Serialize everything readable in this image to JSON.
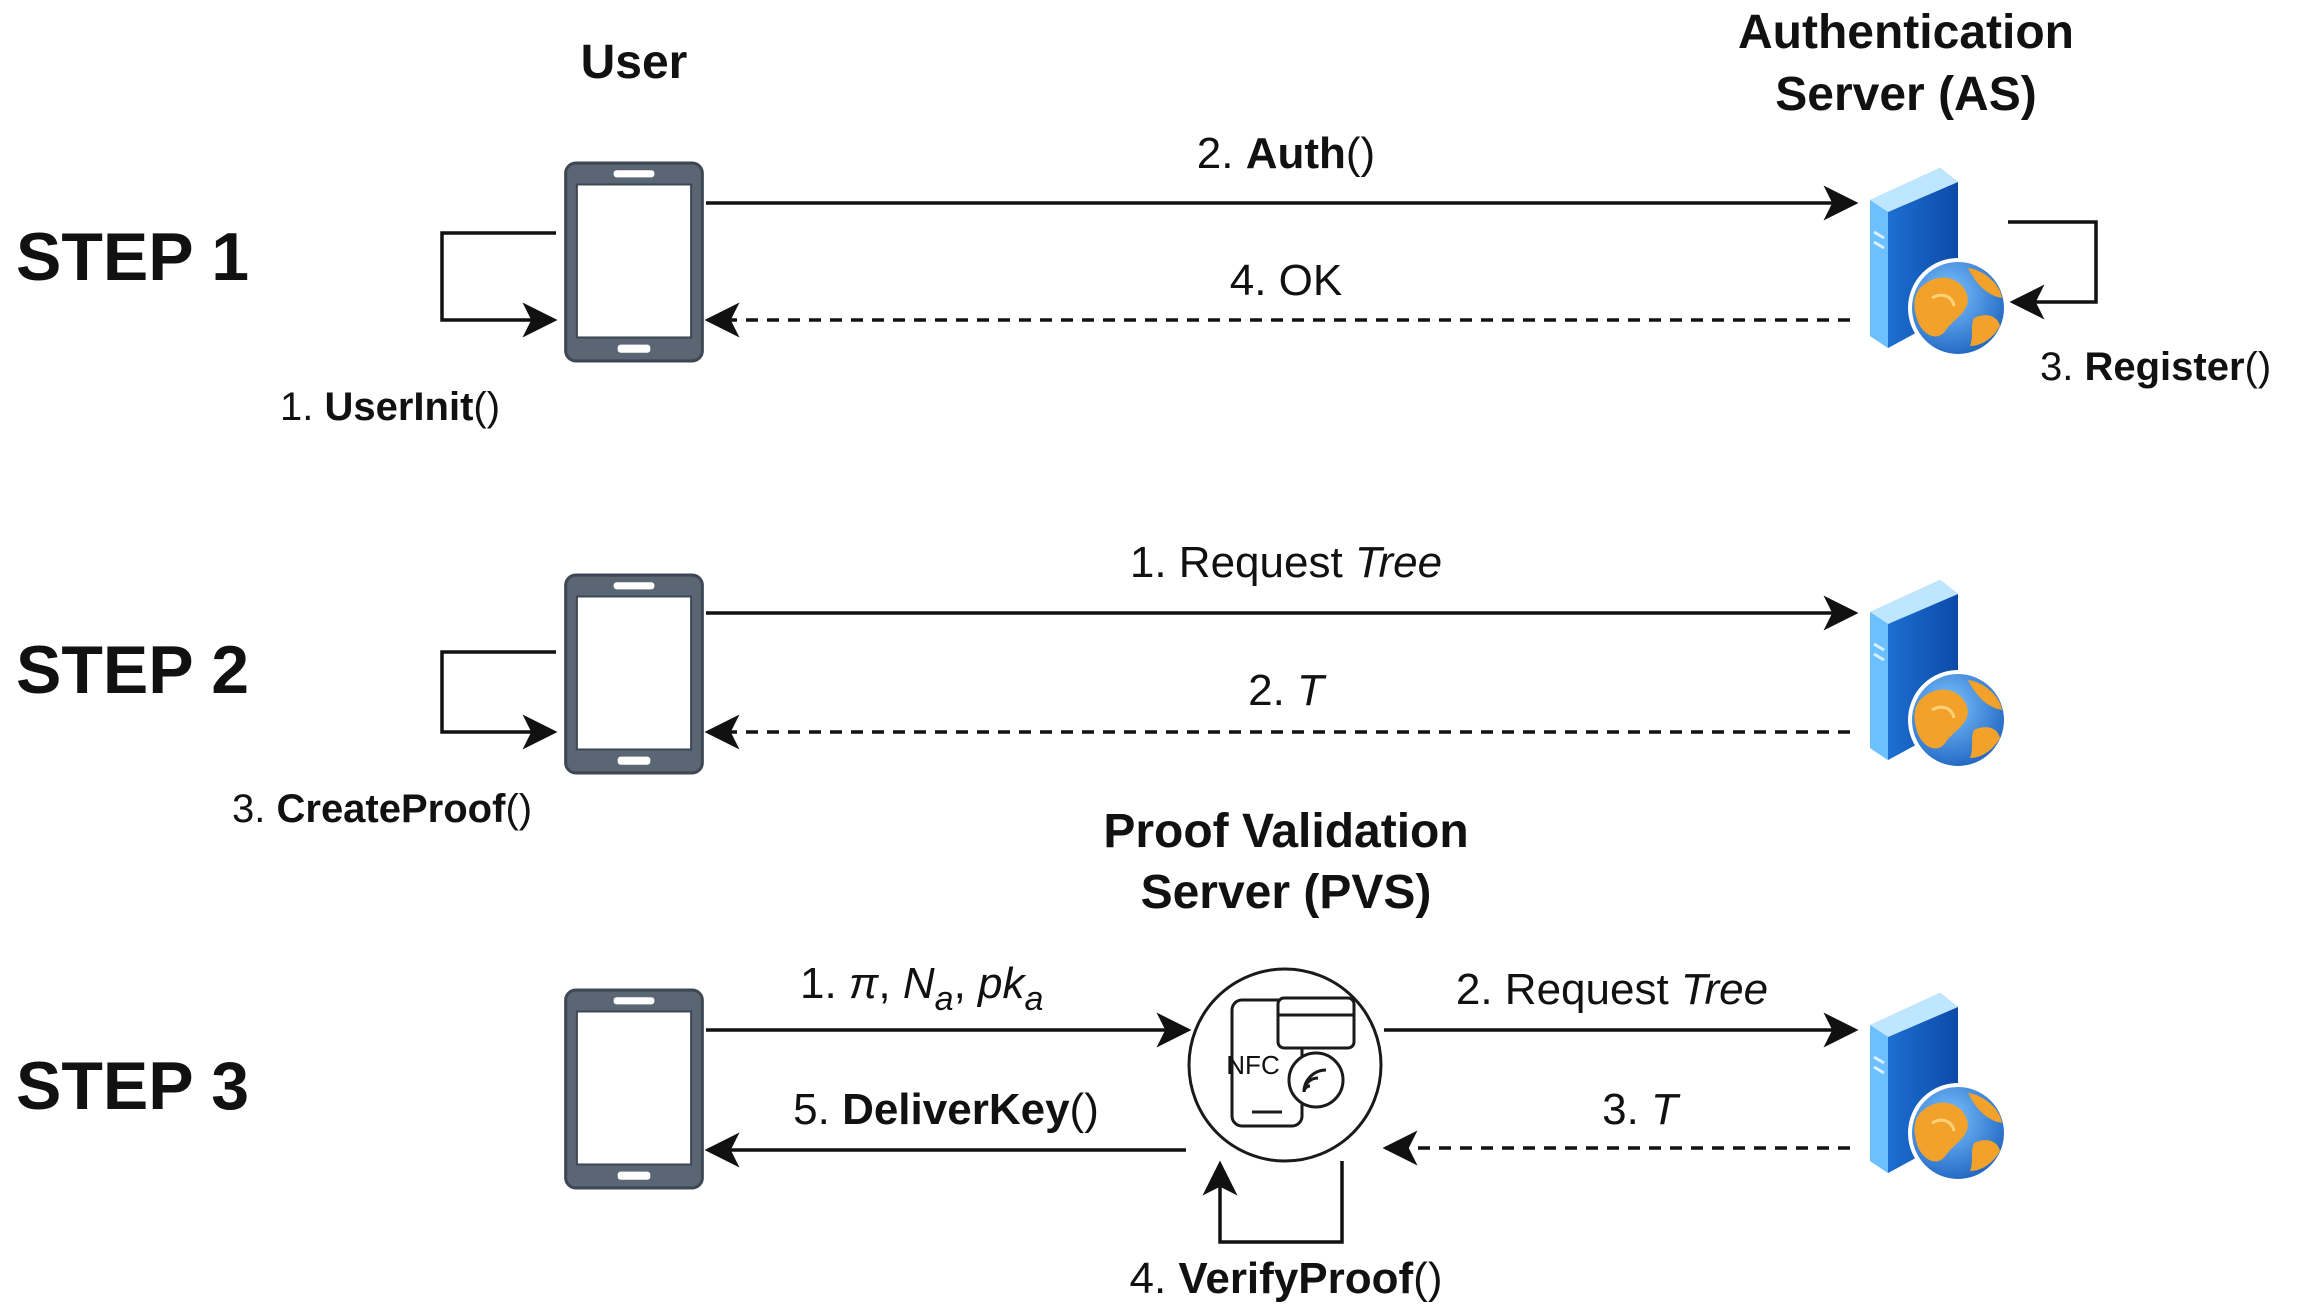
{
  "actors": {
    "user": "User",
    "as_line1": "Authentication",
    "as_line2": "Server (AS)",
    "pvs_line1": "Proof Validation",
    "pvs_line2": "Server (PVS)"
  },
  "steps": {
    "step1": "STEP 1",
    "step2": "STEP 2",
    "step3": "STEP 3"
  },
  "step1": {
    "user_init": {
      "num": "1. ",
      "name": "UserInit",
      "args": "()"
    },
    "auth": {
      "num": "2. ",
      "name": "Auth",
      "args": "()"
    },
    "register": {
      "num": "3. ",
      "name": "Register",
      "args": "()"
    },
    "ok": "4. OK"
  },
  "step2": {
    "request": {
      "num": "1. Request ",
      "obj": "Tree"
    },
    "tree": {
      "num": "2. ",
      "obj": "T"
    },
    "create_proof": {
      "num": "3. ",
      "name": "CreateProof",
      "args": "()"
    }
  },
  "step3": {
    "proof": {
      "num": "1. ",
      "pi": "π",
      "sep1": ", ",
      "n": "N",
      "n_sub": "a",
      "sep2": ", ",
      "pk": "pk",
      "pk_sub": "a"
    },
    "request": {
      "num": "2. Request ",
      "obj": "Tree"
    },
    "tree": {
      "num": "3. ",
      "obj": "T"
    },
    "verify": {
      "num": "4. ",
      "name": "VerifyProof",
      "args": "()"
    },
    "deliver": {
      "num": "5. ",
      "name": "DeliverKey",
      "args": "()"
    }
  },
  "nfc_label": "NFC",
  "icons": {
    "user_device": "smartphone-icon",
    "server": "web-server-icon",
    "pvs": "nfc-terminal-icon"
  },
  "colors": {
    "phone_body": "#5b6675",
    "server_blue": "#2f80d8",
    "globe_orange": "#f2a12a",
    "globe_blue": "#2877c9",
    "line": "#111111"
  }
}
